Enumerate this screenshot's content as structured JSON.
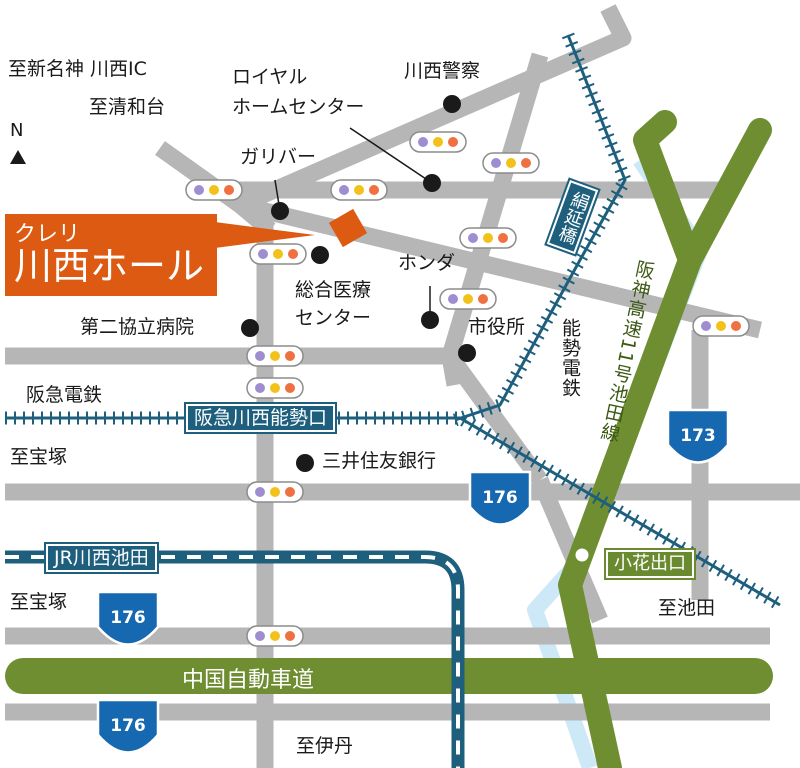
{
  "venue": {
    "line1": "クレリ",
    "line2": "川西ホール"
  },
  "north": "N",
  "directions": {
    "ic": "至新名神 川西IC",
    "seiwadai": "至清和台",
    "takarazuka1": "至宝塚",
    "takarazuka2": "至宝塚",
    "ikeda": "至池田",
    "itami": "至伊丹"
  },
  "landmarks": {
    "royal": "ロイヤル\nホームセンター",
    "police": "川西警察",
    "gulliver": "ガリバー",
    "medical": "総合医療\nセンター",
    "honda": "ホンダ",
    "cityhall": "市役所",
    "hospital": "第二協立病院",
    "bank": "三井住友銀行"
  },
  "railways": {
    "hankyu": "阪急電鉄",
    "nose": "能勢電鉄",
    "hankyu_station": "阪急川西能勢口",
    "jr_station": "JR川西池田",
    "kinuno_station": "絹延橋"
  },
  "expressways": {
    "hanshin": "阪神高速11号池田線",
    "chugoku": "中国自動車道",
    "exit": "小花出口"
  },
  "routes": {
    "r173": "173",
    "r176a": "176",
    "r176b": "176",
    "r176c": "176"
  },
  "colors": {
    "road": "#b6b6b6",
    "expressway": "#6f8e32",
    "river": "#cde8f6",
    "rail": "#1d5f7d",
    "venue": "#dd5a12"
  }
}
